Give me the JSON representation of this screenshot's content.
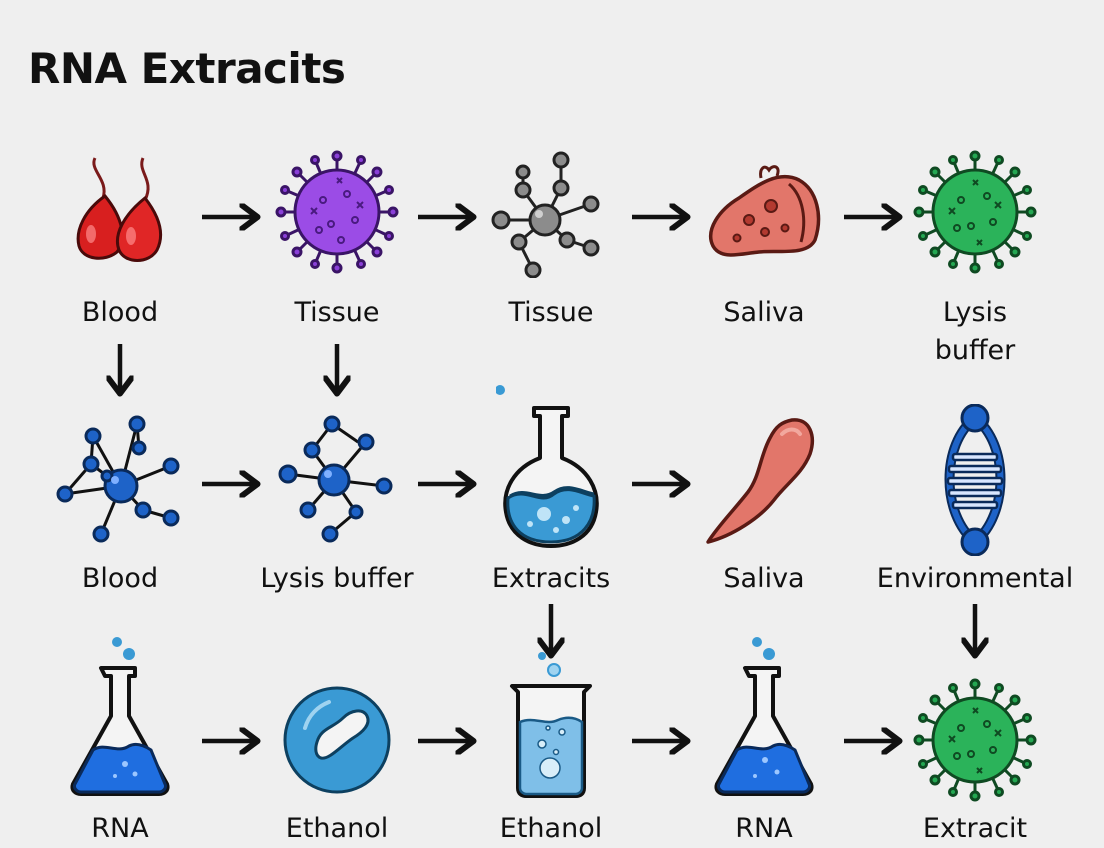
{
  "title": "RNA Extracits",
  "rows": [
    [
      "Blood",
      "Tissue",
      "Tissue",
      "Saliva",
      "Lysis\nbuffer"
    ],
    [
      "Blood",
      "Lysis buffer",
      "Extracits",
      "Saliva",
      "Environmental"
    ],
    [
      "RNA",
      "Ethanol",
      "Ethanol",
      "RNA",
      "Extracit"
    ]
  ],
  "icons": [
    [
      "blood-drops-icon",
      "purple-virus-icon",
      "gray-molecule-icon",
      "liver-organ-icon",
      "green-virus-icon"
    ],
    [
      "blue-molecule-network-icon",
      "blue-molecule-icon",
      "round-flask-icon",
      "tissue-organ-icon",
      "dna-helix-icon"
    ],
    [
      "erlenmeyer-flask-icon",
      "blue-capsule-icon",
      "beaker-icon",
      "erlenmeyer-flask-icon",
      "green-virus-icon"
    ]
  ],
  "colors": {
    "blood": "#d81f1f",
    "purple_virus": "#8a3fd8",
    "green_virus": "#24a852",
    "molecule_blue": "#1e63c8",
    "liquid_blue": "#3a9ad4",
    "flask_blue": "#1f6ee0",
    "organ_pink": "#e2766a",
    "gray": "#8c8c8c"
  }
}
